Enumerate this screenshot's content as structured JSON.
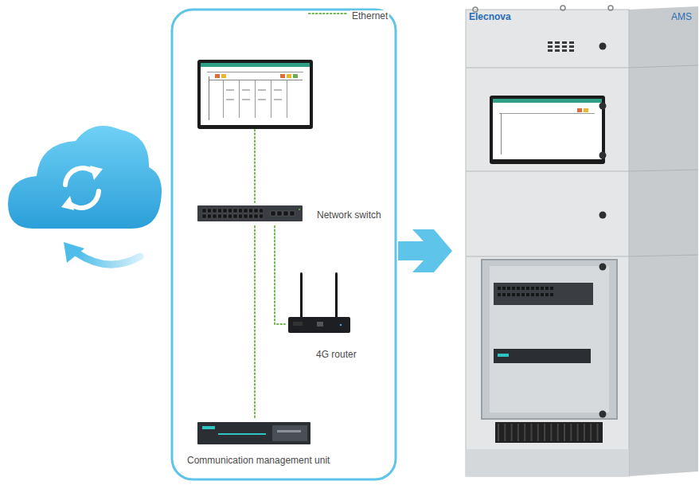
{
  "diagram": {
    "nodes": [
      {
        "text": [
          "Network switch"
        ]
      },
      {
        "text": [
          "4G router"
        ]
      },
      {
        "text": [
          "Communication management unit"
        ]
      },
      {
        "text": [
          "Elecnova",
          "AMS"
        ]
      }
    ],
    "edges": [
      {
        "from": 0,
        "to": 1,
        "arrow": "none"
      },
      {
        "from": 0,
        "to": 2,
        "arrow": "none"
      }
    ],
    "legend": [
      {
        "text": "Ethernet"
      }
    ]
  }
}
